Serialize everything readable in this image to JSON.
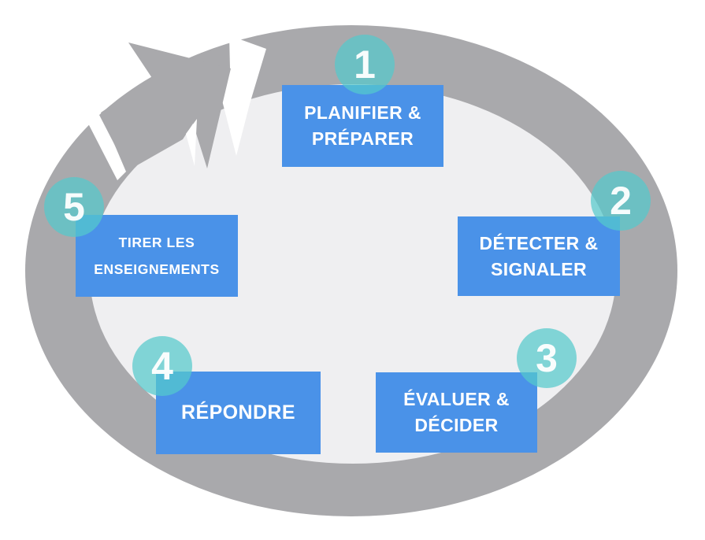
{
  "diagram": {
    "steps": [
      {
        "number": "1",
        "line1": "PLANIFIER &",
        "line2": "PRÉPARER"
      },
      {
        "number": "2",
        "line1": "DÉTECTER &",
        "line2": "SIGNALER"
      },
      {
        "number": "3",
        "line1": "ÉVALUER &",
        "line2": "DÉCIDER"
      },
      {
        "number": "4",
        "line1": "RÉPONDRE",
        "line2": ""
      },
      {
        "number": "5",
        "line1": "TIRER LES",
        "line2": "ENSEIGNEMENTS"
      }
    ],
    "colors": {
      "box_blue": "#4a92e8",
      "circle_teal": "rgba(85,201,204,0.72)",
      "ring_gray": "#a9a9ac",
      "inner_ellipse_gray": "#efeff1",
      "text_white": "#ffffff"
    }
  }
}
